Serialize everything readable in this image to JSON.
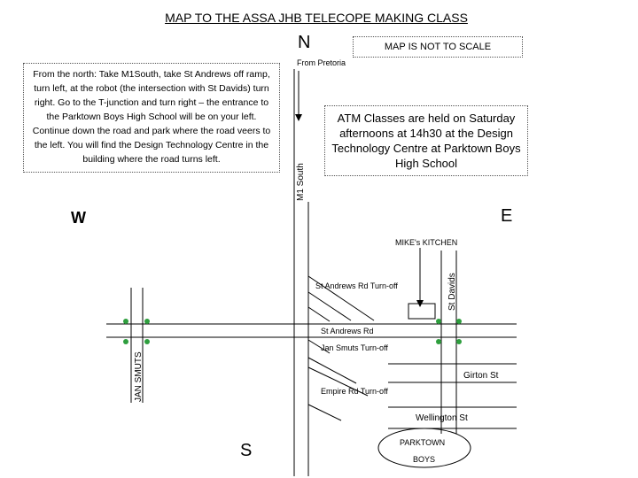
{
  "title": "MAP TO THE ASSA JHB TELECOPE MAKING CLASS",
  "compass": {
    "north": "N",
    "south": "S",
    "east": "E",
    "west": "W"
  },
  "scale_note": "MAP IS NOT TO SCALE",
  "directions": "From the north: Take M1South, take St Andrews off ramp, turn left,  at the robot (the intersection with St Davids)  turn right. Go to the T-junction and turn right – the entrance to the Parktown Boys High School will be on your left.  Continue down the road and park where the road veers to the left.  You will find the Design Technology Centre in the building where the road turns left.",
  "atm_info": "ATM Classes are held on Saturday afternoons at 14h30 at the Design Technology Centre at Parktown Boys High School",
  "labels": {
    "from_pretoria": "From Pretoria",
    "m1_south": "M1 South",
    "mikes_kitchen": "MIKE's KITCHEN",
    "st_davids": "St Davids",
    "st_andrews_turnoff": "St Andrews Rd Turn-off",
    "st_andrews_rd": "St Andrews Rd",
    "jan_smuts_turnoff": "Jan Smuts Turn-off",
    "jan_smuts": "JAN SMUTS",
    "girton": "Girton St",
    "empire_turnoff": "Empire Rd Turn-off",
    "wellington": "Wellington St",
    "parktown_line1": "PARKTOWN",
    "parktown_line2": "BOYS"
  },
  "colors": {
    "road": "#000000",
    "traffic_light": "#2e9e3e"
  }
}
